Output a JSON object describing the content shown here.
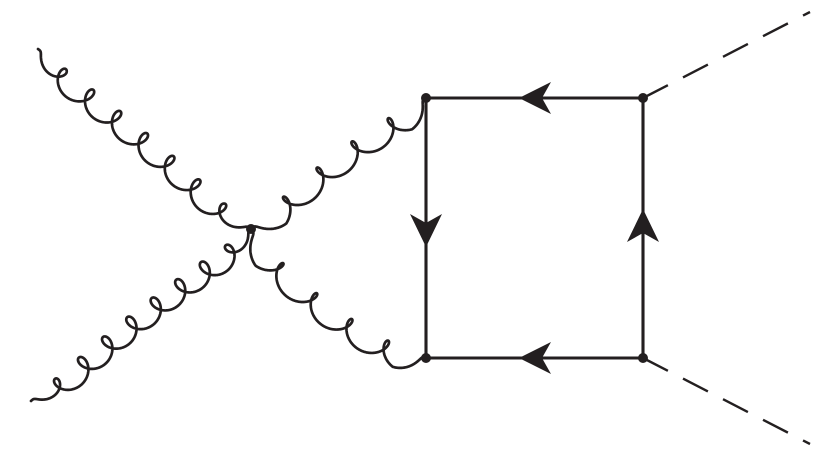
{
  "diagram": {
    "type": "feynman-diagram",
    "colors": {
      "line": "#231f20",
      "background": "#ffffff"
    },
    "particles": {
      "incoming": [
        "gluon",
        "gluon"
      ],
      "internal": [
        "gluon",
        "gluon",
        "quark",
        "quark",
        "quark",
        "quark"
      ],
      "outgoing": [
        "scalar",
        "scalar"
      ]
    },
    "vertices": 5,
    "loop": {
      "shape": "box",
      "arrow_direction": "counter-clockwise"
    }
  }
}
